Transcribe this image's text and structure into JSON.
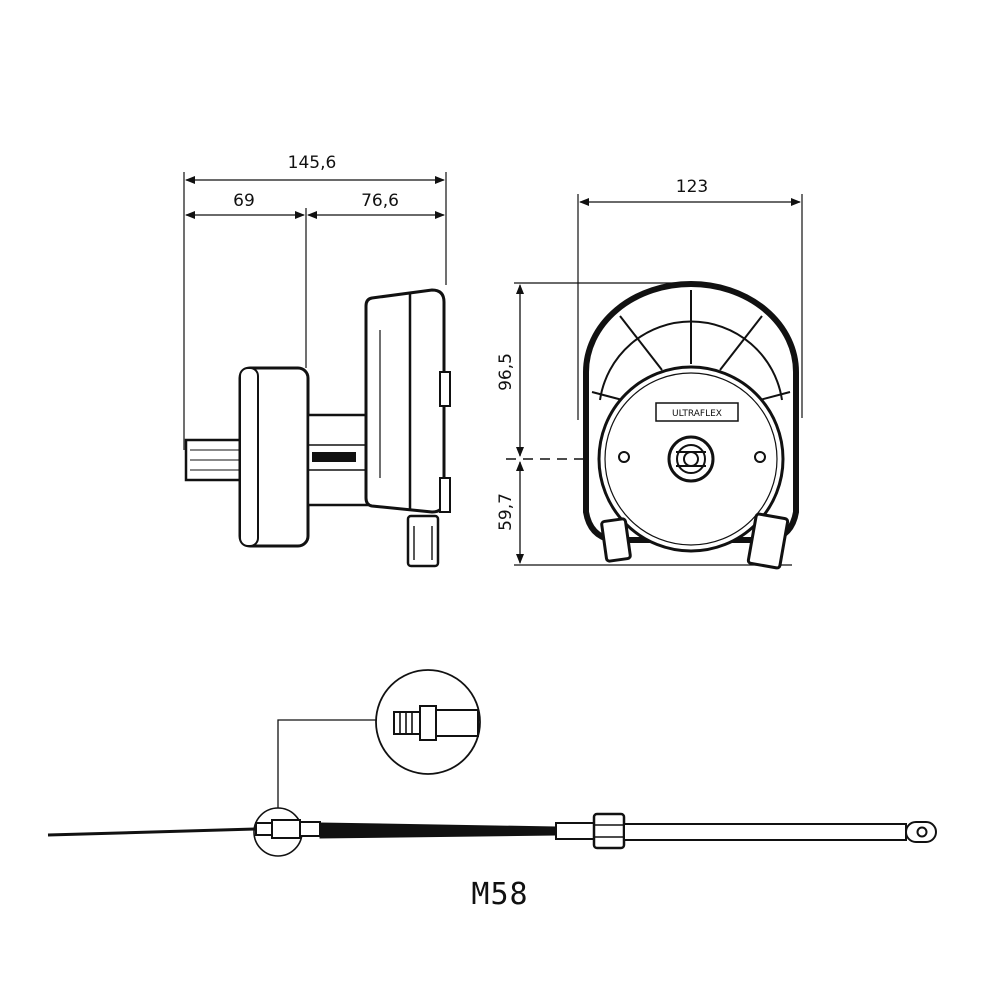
{
  "side_view": {
    "overall_width": "145,6",
    "left_width": "69",
    "right_width": "76,6"
  },
  "front_view": {
    "width": "123",
    "upper_height": "96,5",
    "lower_height": "59,7",
    "brand_label": "ULTRAFLEX"
  },
  "cable": {
    "model_label": "M58"
  }
}
